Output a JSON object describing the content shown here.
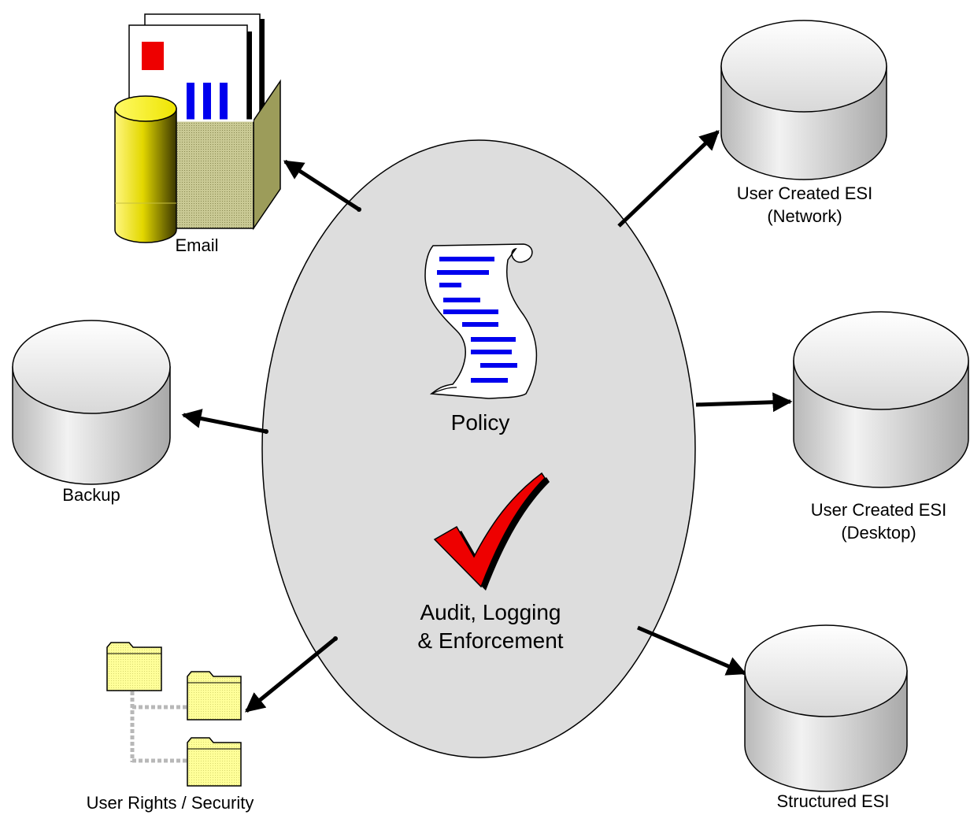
{
  "center": {
    "policy_label": "Policy",
    "audit_label_line1": "Audit, Logging",
    "audit_label_line2": "& Enforcement"
  },
  "nodes": {
    "email": {
      "label": "Email",
      "icon": "email-inbox-icon"
    },
    "backup": {
      "label": "Backup",
      "icon": "database-icon"
    },
    "user_rights": {
      "label": "User Rights / Security",
      "icon": "folder-tree-icon"
    },
    "network": {
      "label_line1": "User Created ESI",
      "label_line2": "(Network)",
      "icon": "database-icon"
    },
    "desktop": {
      "label_line1": "User Created ESI",
      "label_line2": "(Desktop)",
      "icon": "database-icon"
    },
    "structured": {
      "label": "Structured ESI",
      "icon": "database-icon"
    }
  },
  "colors": {
    "ellipse_fill": "#dddddd",
    "cylinder_body": "#c8c8c8",
    "cylinder_top": "#eeeeee",
    "policy_lines": "#0000ee",
    "checkmark": "#ee0000",
    "folder_fill": "#ffff99",
    "email_box": "#9c9c5a",
    "email_cylinder": "#e6e600"
  }
}
